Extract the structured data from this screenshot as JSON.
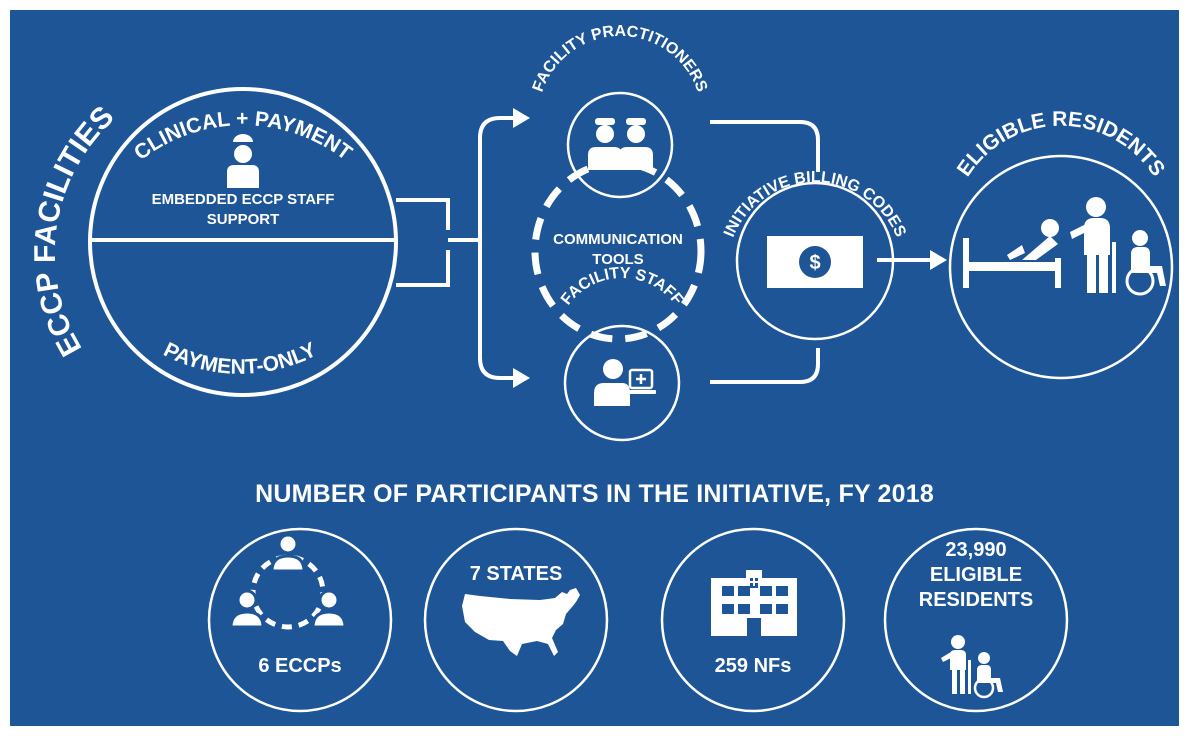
{
  "diagram": {
    "side_title": "ECCP FACILITIES",
    "upper_arc": "CLINICAL + PAYMENT",
    "upper_text": [
      "EMBEDDED ECCP STAFF",
      "SUPPORT"
    ],
    "lower_arc": "PAYMENT-ONLY",
    "practitioners_arc": "FACILITY PRACTITIONERS",
    "comm_tools": [
      "COMMUNICATION",
      "TOOLS"
    ],
    "staff_arc": "FACILITY STAFF",
    "billing_arc": "INITIATIVE BILLING CODES",
    "billing_symbol": "$",
    "residents_arc": "ELIGIBLE RESIDENTS"
  },
  "stats": {
    "title": "NUMBER OF PARTICIPANTS IN THE INITIATIVE, FY 2018",
    "eccps": "6 ECCPs",
    "states": "7 STATES",
    "nfs": "259 NFs",
    "residents": [
      "23,990",
      "ELIGIBLE",
      "RESIDENTS"
    ]
  },
  "colors": {
    "background": "#1d5597",
    "foreground": "#ffffff"
  },
  "icons": [
    "clinician-icon",
    "doctor-icon",
    "nurse-icon",
    "staff-laptop-icon",
    "dollar-bill-icon",
    "patient-bed-icon",
    "elderly-cane-icon",
    "wheelchair-icon",
    "people-network-icon",
    "usa-map-icon",
    "nursing-facility-icon"
  ]
}
